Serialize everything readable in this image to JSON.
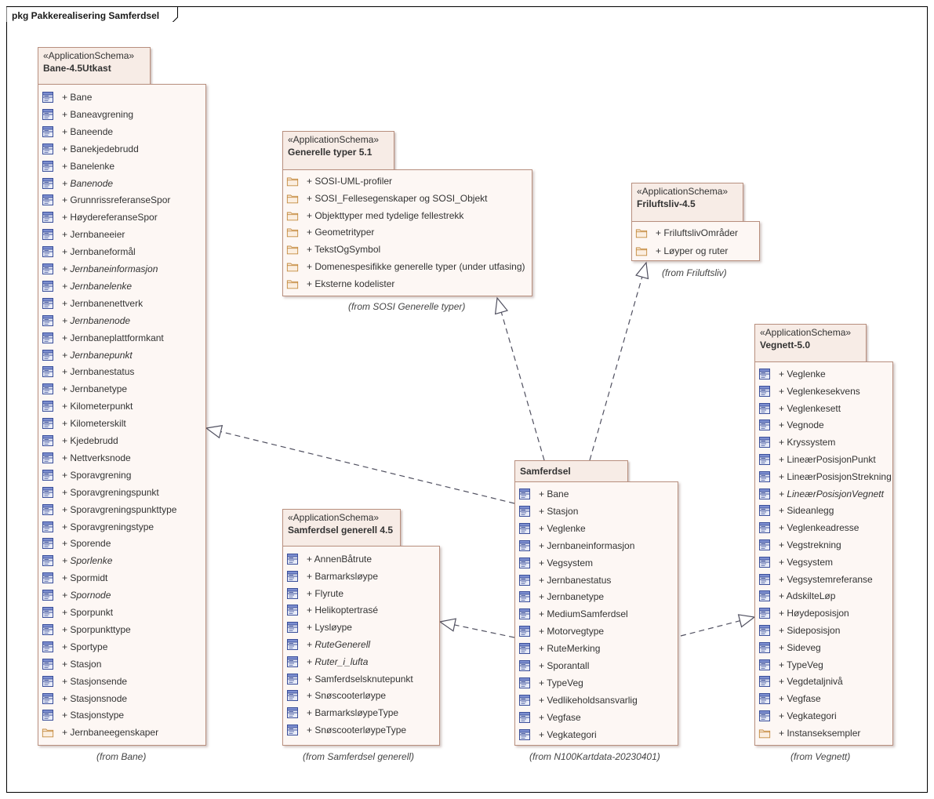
{
  "frame_title": "pkg Pakkerealisering Samferdsel",
  "packages": {
    "bane": {
      "stereotype": "«ApplicationSchema»",
      "name": "Bane-4.5Utkast",
      "from": "(from Bane)",
      "items": [
        {
          "label": "+ Bane",
          "icon": "class-icon",
          "italic": false
        },
        {
          "label": "+ Baneavgrening",
          "icon": "class-icon",
          "italic": false
        },
        {
          "label": "+ Baneende",
          "icon": "class-icon",
          "italic": false
        },
        {
          "label": "+ Banekjedebrudd",
          "icon": "class-icon",
          "italic": false
        },
        {
          "label": "+ Banelenke",
          "icon": "class-icon",
          "italic": false
        },
        {
          "label": "+ Banenode",
          "icon": "class-icon",
          "italic": true
        },
        {
          "label": "+ GrunnrissreferanseSpor",
          "icon": "class-icon",
          "italic": false
        },
        {
          "label": "+ HøydereferanseSpor",
          "icon": "class-icon",
          "italic": false
        },
        {
          "label": "+ Jernbaneeier",
          "icon": "class-icon",
          "italic": false
        },
        {
          "label": "+ Jernbaneformål",
          "icon": "class-icon",
          "italic": false
        },
        {
          "label": "+ Jernbaneinformasjon",
          "icon": "class-icon",
          "italic": true
        },
        {
          "label": "+ Jernbanelenke",
          "icon": "class-icon",
          "italic": true
        },
        {
          "label": "+ Jernbanenettverk",
          "icon": "class-icon",
          "italic": false
        },
        {
          "label": "+ Jernbanenode",
          "icon": "class-icon",
          "italic": true
        },
        {
          "label": "+ Jernbaneplattformkant",
          "icon": "class-icon",
          "italic": false
        },
        {
          "label": "+ Jernbanepunkt",
          "icon": "class-icon",
          "italic": true
        },
        {
          "label": "+ Jernbanestatus",
          "icon": "class-icon",
          "italic": false
        },
        {
          "label": "+ Jernbanetype",
          "icon": "class-icon",
          "italic": false
        },
        {
          "label": "+ Kilometerpunkt",
          "icon": "class-icon",
          "italic": false
        },
        {
          "label": "+ Kilometerskilt",
          "icon": "class-icon",
          "italic": false
        },
        {
          "label": "+ Kjedebrudd",
          "icon": "class-icon",
          "italic": false
        },
        {
          "label": "+ Nettverksnode",
          "icon": "class-icon",
          "italic": false
        },
        {
          "label": "+ Sporavgrening",
          "icon": "class-icon",
          "italic": false
        },
        {
          "label": "+ Sporavgreningspunkt",
          "icon": "class-icon",
          "italic": false
        },
        {
          "label": "+ Sporavgreningspunkttype",
          "icon": "class-icon",
          "italic": false
        },
        {
          "label": "+ Sporavgreningstype",
          "icon": "class-icon",
          "italic": false
        },
        {
          "label": "+ Sporende",
          "icon": "class-icon",
          "italic": false
        },
        {
          "label": "+ Sporlenke",
          "icon": "class-icon",
          "italic": true
        },
        {
          "label": "+ Spormidt",
          "icon": "class-icon",
          "italic": false
        },
        {
          "label": "+ Spornode",
          "icon": "class-icon",
          "italic": true
        },
        {
          "label": "+ Sporpunkt",
          "icon": "class-icon",
          "italic": false
        },
        {
          "label": "+ Sporpunkttype",
          "icon": "class-icon",
          "italic": false
        },
        {
          "label": "+ Sportype",
          "icon": "class-icon",
          "italic": false
        },
        {
          "label": "+ Stasjon",
          "icon": "class-icon",
          "italic": false
        },
        {
          "label": "+ Stasjonsende",
          "icon": "class-icon",
          "italic": false
        },
        {
          "label": "+ Stasjonsnode",
          "icon": "class-icon",
          "italic": false
        },
        {
          "label": "+ Stasjonstype",
          "icon": "class-icon",
          "italic": false
        },
        {
          "label": "+ Jernbaneegenskaper",
          "icon": "folder-icon",
          "italic": false
        }
      ]
    },
    "generelle": {
      "stereotype": "«ApplicationSchema»",
      "name": "Generelle typer 5.1",
      "from": "(from SOSI Generelle typer)",
      "items": [
        {
          "label": "+ SOSI-UML-profiler",
          "icon": "folder-icon",
          "italic": false
        },
        {
          "label": "+ SOSI_Fellesegenskaper og SOSI_Objekt",
          "icon": "folder-icon",
          "italic": false
        },
        {
          "label": "+ Objekttyper med tydelige fellestrekk",
          "icon": "folder-icon",
          "italic": false
        },
        {
          "label": "+ Geometrityper",
          "icon": "folder-icon",
          "italic": false
        },
        {
          "label": "+ TekstOgSymbol",
          "icon": "folder-icon",
          "italic": false
        },
        {
          "label": "+ Domenespesifikke generelle typer (under utfasing)",
          "icon": "folder-icon",
          "italic": false
        },
        {
          "label": "+ Eksterne kodelister",
          "icon": "folder-icon",
          "italic": false
        }
      ]
    },
    "friluftsliv": {
      "stereotype": "«ApplicationSchema»",
      "name": "Friluftsliv-4.5",
      "from": "(from Friluftsliv)",
      "items": [
        {
          "label": "+ FriluftslivOmråder",
          "icon": "folder-icon",
          "italic": false
        },
        {
          "label": "+ Løyper og ruter",
          "icon": "folder-icon",
          "italic": false
        }
      ]
    },
    "vegnett": {
      "stereotype": "«ApplicationSchema»",
      "name": "Vegnett-5.0",
      "from": "(from Vegnett)",
      "items": [
        {
          "label": "+ Veglenke",
          "icon": "class-icon",
          "italic": false
        },
        {
          "label": "+ Veglenkesekvens",
          "icon": "class-icon",
          "italic": false
        },
        {
          "label": "+ Veglenkesett",
          "icon": "class-icon",
          "italic": false
        },
        {
          "label": "+ Vegnode",
          "icon": "class-icon",
          "italic": false
        },
        {
          "label": "+ Kryssystem",
          "icon": "class-icon",
          "italic": false
        },
        {
          "label": "+ LineærPosisjonPunkt",
          "icon": "class-icon",
          "italic": false
        },
        {
          "label": "+ LineærPosisjonStrekning",
          "icon": "class-icon",
          "italic": false
        },
        {
          "label": "+ LineærPosisjonVegnett",
          "icon": "class-icon",
          "italic": true
        },
        {
          "label": "+ Sideanlegg",
          "icon": "class-icon",
          "italic": false
        },
        {
          "label": "+ Veglenkeadresse",
          "icon": "class-icon",
          "italic": false
        },
        {
          "label": "+ Vegstrekning",
          "icon": "class-icon",
          "italic": false
        },
        {
          "label": "+ Vegsystem",
          "icon": "class-icon",
          "italic": false
        },
        {
          "label": "+ Vegsystemreferanse",
          "icon": "class-icon",
          "italic": false
        },
        {
          "label": "+ AdskilteLøp",
          "icon": "class-icon",
          "italic": false
        },
        {
          "label": "+ Høydeposisjon",
          "icon": "class-icon",
          "italic": false
        },
        {
          "label": "+ Sideposisjon",
          "icon": "class-icon",
          "italic": false
        },
        {
          "label": "+ Sideveg",
          "icon": "class-icon",
          "italic": false
        },
        {
          "label": "+ TypeVeg",
          "icon": "class-icon",
          "italic": false
        },
        {
          "label": "+ Vegdetaljnivå",
          "icon": "class-icon",
          "italic": false
        },
        {
          "label": "+ Vegfase",
          "icon": "class-icon",
          "italic": false
        },
        {
          "label": "+ Vegkategori",
          "icon": "class-icon",
          "italic": false
        },
        {
          "label": "+ Instanseksempler",
          "icon": "folder-icon",
          "italic": false
        }
      ]
    },
    "samferdsel_generell": {
      "stereotype": "«ApplicationSchema»",
      "name": "Samferdsel generell 4.5",
      "from": "(from Samferdsel generell)",
      "items": [
        {
          "label": "+ AnnenBåtrute",
          "icon": "class-icon",
          "italic": false
        },
        {
          "label": "+ Barmarksløype",
          "icon": "class-icon",
          "italic": false
        },
        {
          "label": "+ Flyrute",
          "icon": "class-icon",
          "italic": false
        },
        {
          "label": "+ Helikoptertrasé",
          "icon": "class-icon",
          "italic": false
        },
        {
          "label": "+ Lysløype",
          "icon": "class-icon",
          "italic": false
        },
        {
          "label": "+ RuteGenerell",
          "icon": "class-icon",
          "italic": true
        },
        {
          "label": "+ Ruter_i_lufta",
          "icon": "class-icon",
          "italic": true
        },
        {
          "label": "+ Samferdselsknutepunkt",
          "icon": "class-icon",
          "italic": false
        },
        {
          "label": "+ Snøscooterløype",
          "icon": "class-icon",
          "italic": false
        },
        {
          "label": "+ BarmarksløypeType",
          "icon": "class-icon",
          "italic": false
        },
        {
          "label": "+ SnøscooterløypeType",
          "icon": "class-icon",
          "italic": false
        }
      ]
    },
    "samferdsel": {
      "stereotype": "",
      "name": "Samferdsel",
      "from": "(from N100Kartdata-20230401)",
      "items": [
        {
          "label": "+ Bane",
          "icon": "class-icon",
          "italic": false
        },
        {
          "label": "+ Stasjon",
          "icon": "class-icon",
          "italic": false
        },
        {
          "label": "+ Veglenke",
          "icon": "class-icon",
          "italic": false
        },
        {
          "label": "+ Jernbaneinformasjon",
          "icon": "class-icon",
          "italic": false
        },
        {
          "label": "+ Vegsystem",
          "icon": "class-icon",
          "italic": false
        },
        {
          "label": "+ Jernbanestatus",
          "icon": "class-icon",
          "italic": false
        },
        {
          "label": "+ Jernbanetype",
          "icon": "class-icon",
          "italic": false
        },
        {
          "label": "+ MediumSamferdsel",
          "icon": "class-icon",
          "italic": false
        },
        {
          "label": "+ Motorvegtype",
          "icon": "class-icon",
          "italic": false
        },
        {
          "label": "+ RuteMerking",
          "icon": "class-icon",
          "italic": false
        },
        {
          "label": "+ Sporantall",
          "icon": "class-icon",
          "italic": false
        },
        {
          "label": "+ TypeVeg",
          "icon": "class-icon",
          "italic": false
        },
        {
          "label": "+ Vedlikeholdsansvarlig",
          "icon": "class-icon",
          "italic": false
        },
        {
          "label": "+ Vegfase",
          "icon": "class-icon",
          "italic": false
        },
        {
          "label": "+ Vegkategori",
          "icon": "class-icon",
          "italic": false
        }
      ]
    }
  },
  "relations": [
    {
      "from": "samferdsel",
      "to": "bane",
      "kind": "realization"
    },
    {
      "from": "samferdsel",
      "to": "generelle",
      "kind": "realization"
    },
    {
      "from": "samferdsel",
      "to": "friluftsliv",
      "kind": "realization"
    },
    {
      "from": "samferdsel",
      "to": "vegnett",
      "kind": "realization"
    },
    {
      "from": "samferdsel",
      "to": "samferdsel_generell",
      "kind": "realization"
    }
  ]
}
